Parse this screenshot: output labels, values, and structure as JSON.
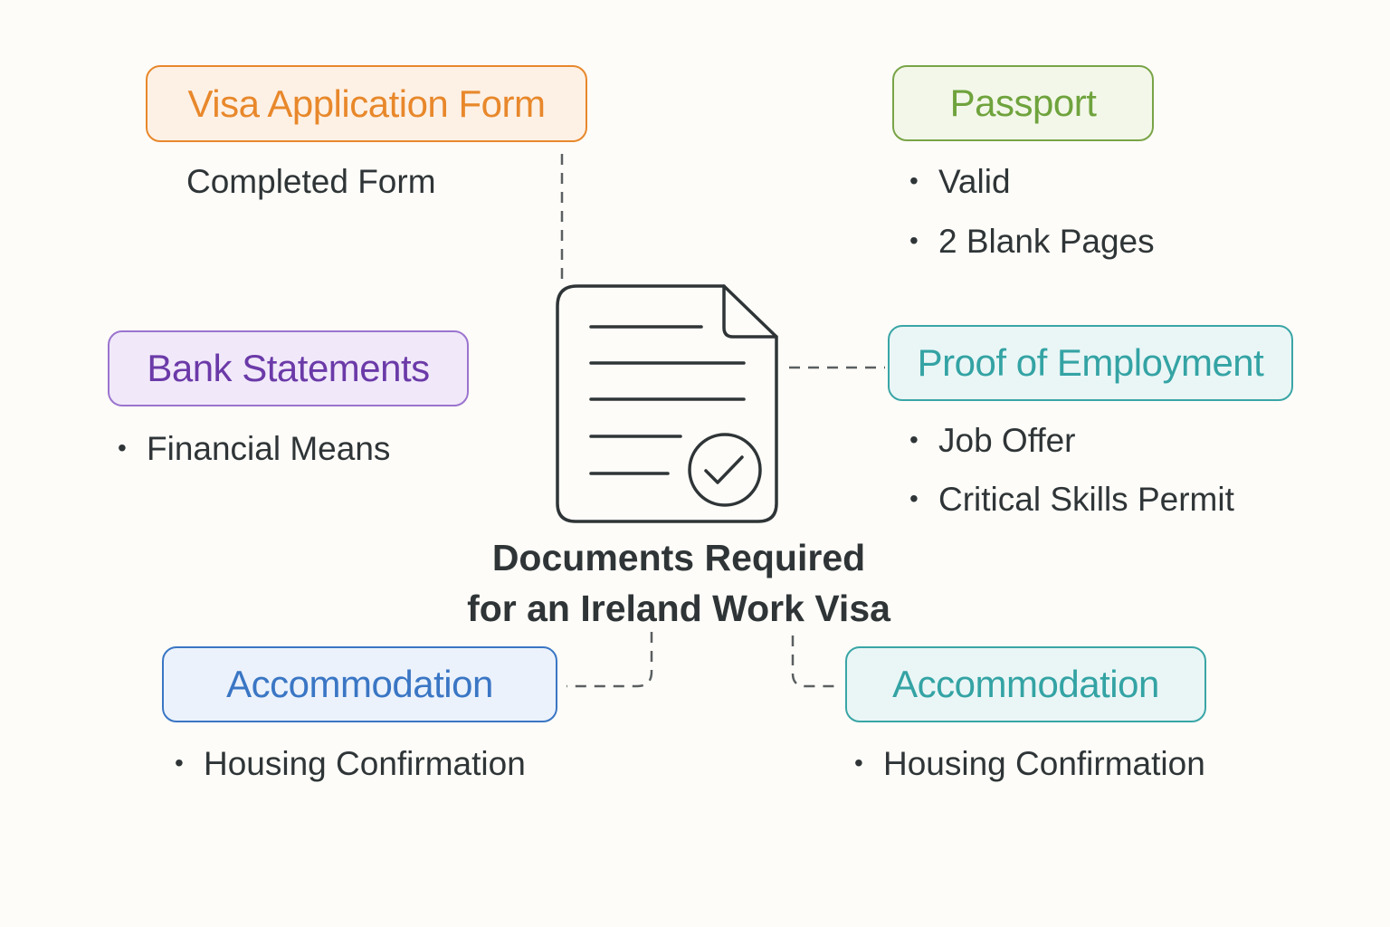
{
  "title": {
    "line1": "Documents Required",
    "line2": "for an Ireland Work Visa"
  },
  "central_icon": "document-check-icon",
  "nodes": {
    "visa_form": {
      "label": "Visa Application Form",
      "items": [
        "Completed Form"
      ],
      "color": "#e8882b",
      "fill": "#fdf1e6"
    },
    "passport": {
      "label": "Passport",
      "items": [
        "Valid",
        "2 Blank Pages"
      ],
      "color": "#6fa33d",
      "fill": "#f3f7e9"
    },
    "bank": {
      "label": "Bank Statements",
      "items": [
        "Financial Means"
      ],
      "color": "#7a4bb8",
      "fill": "#f1e9fa"
    },
    "employment": {
      "label": "Proof of Employment",
      "items": [
        "Job Offer",
        "Critical Skills Permit"
      ],
      "color": "#34a3a4",
      "fill": "#eaf6f6"
    },
    "accommodation_left": {
      "label": "Accommodation",
      "items": [
        "Housing Confirmation"
      ],
      "color": "#3a76c4",
      "fill": "#ebf2fc"
    },
    "accommodation_right": {
      "label": "Accommodation",
      "items": [
        "Housing Confirmation"
      ],
      "color": "#34a3a4",
      "fill": "#eaf6f6"
    }
  }
}
